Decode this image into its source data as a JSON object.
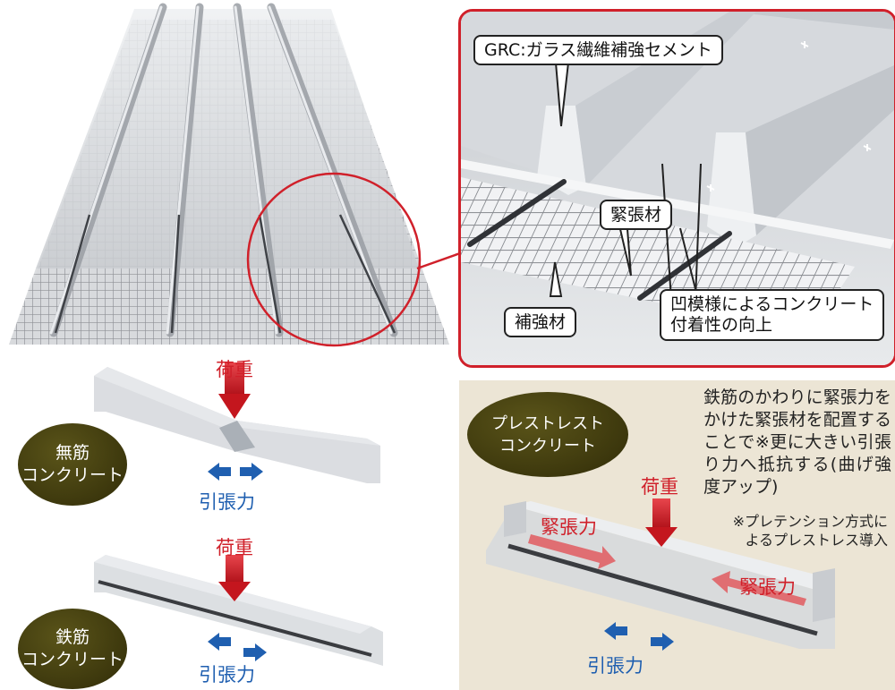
{
  "detail": {
    "grc_label": "GRC:ガラス繊維補強セメント",
    "tension_label": "緊張材",
    "reinforce_label": "補強材",
    "bond_label_line1": "凹模様によるコンクリート",
    "bond_label_line2": "付着性の向上"
  },
  "plain": {
    "load_label": "荷重",
    "title_line1": "無筋",
    "title_line2": "コンクリート",
    "tension_label": "引張力"
  },
  "reinforced": {
    "load_label": "荷重",
    "title_line1": "鉄筋",
    "title_line2": "コンクリート",
    "tension_label": "引張力"
  },
  "prestress": {
    "title_line1": "プレストレスト",
    "title_line2": "コンクリート",
    "load_label": "荷重",
    "tendon_label_left": "緊張力",
    "tendon_label_right": "緊張力",
    "tension_label": "引張力",
    "description": "鉄筋のかわりに緊張力をかけた緊張材を配置することで※更に大きい引張り力へ抵抗する(曲げ強度アップ)",
    "note_line1": "※プレテンション方式に",
    "note_line2": "よるプレストレス導入"
  },
  "colors": {
    "accent_red": "#d0202a",
    "accent_blue": "#1f5fb0",
    "oval": "#3d380d",
    "panel_bg": "#ece5d5"
  }
}
